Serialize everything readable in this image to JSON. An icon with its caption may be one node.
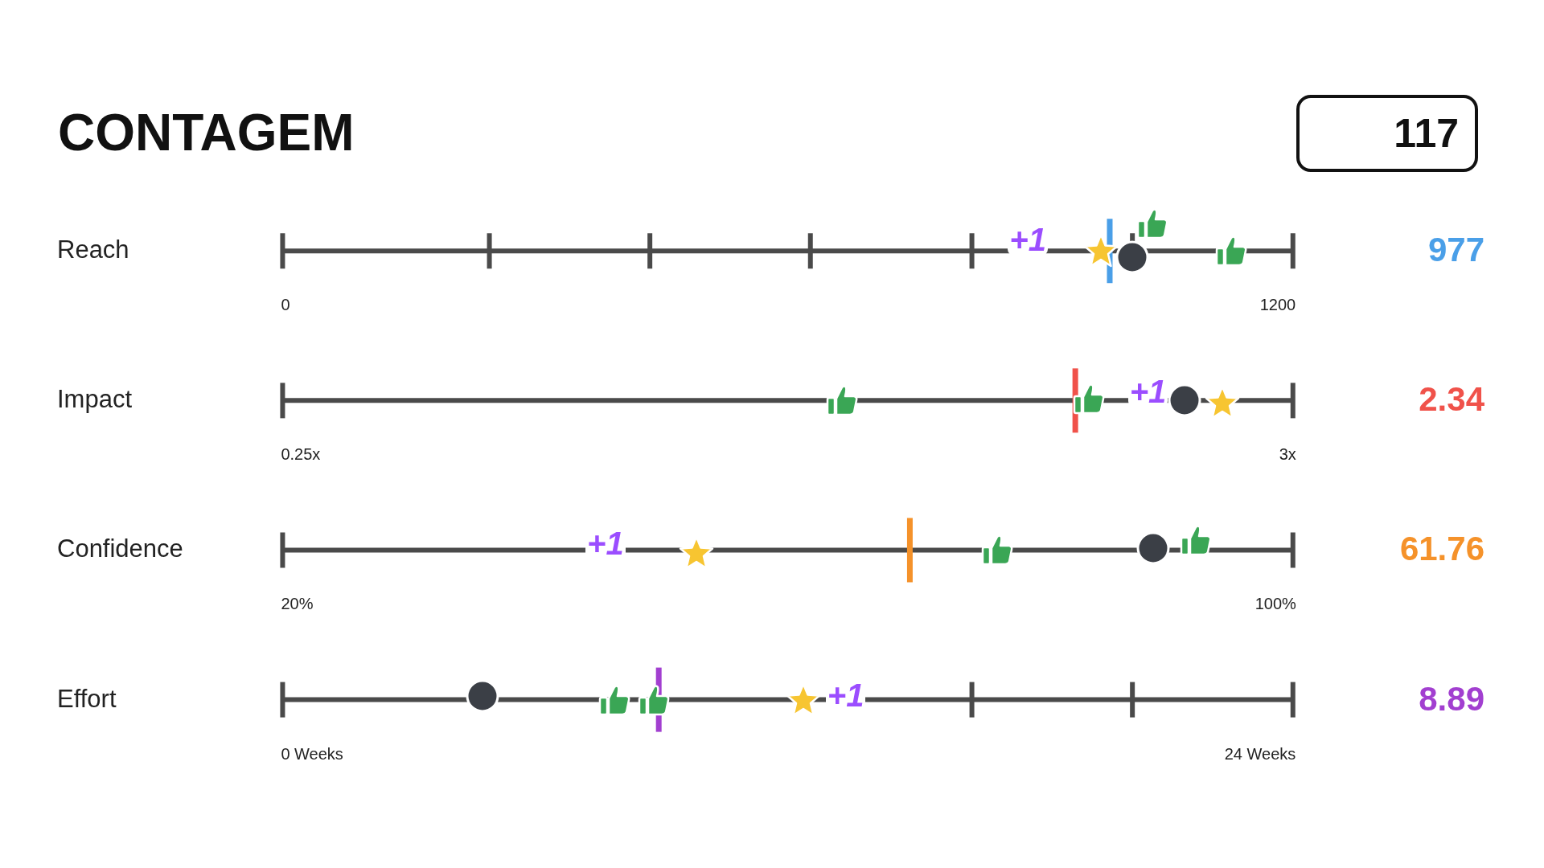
{
  "diagram": {
    "title": "CONTAGEM",
    "nodes": [
      {
        "text": [
          "117"
        ]
      }
    ],
    "labels": [
      "Reach",
      "+1",
      "0",
      "1200",
      "977",
      "Impact",
      "+1",
      "0.25x",
      "3x",
      "2.34",
      "Confidence",
      "+1",
      "20%",
      "100%",
      "61.76",
      "Effort",
      "+1",
      "0 Weeks",
      "24 Weeks",
      "8.89"
    ]
  }
}
